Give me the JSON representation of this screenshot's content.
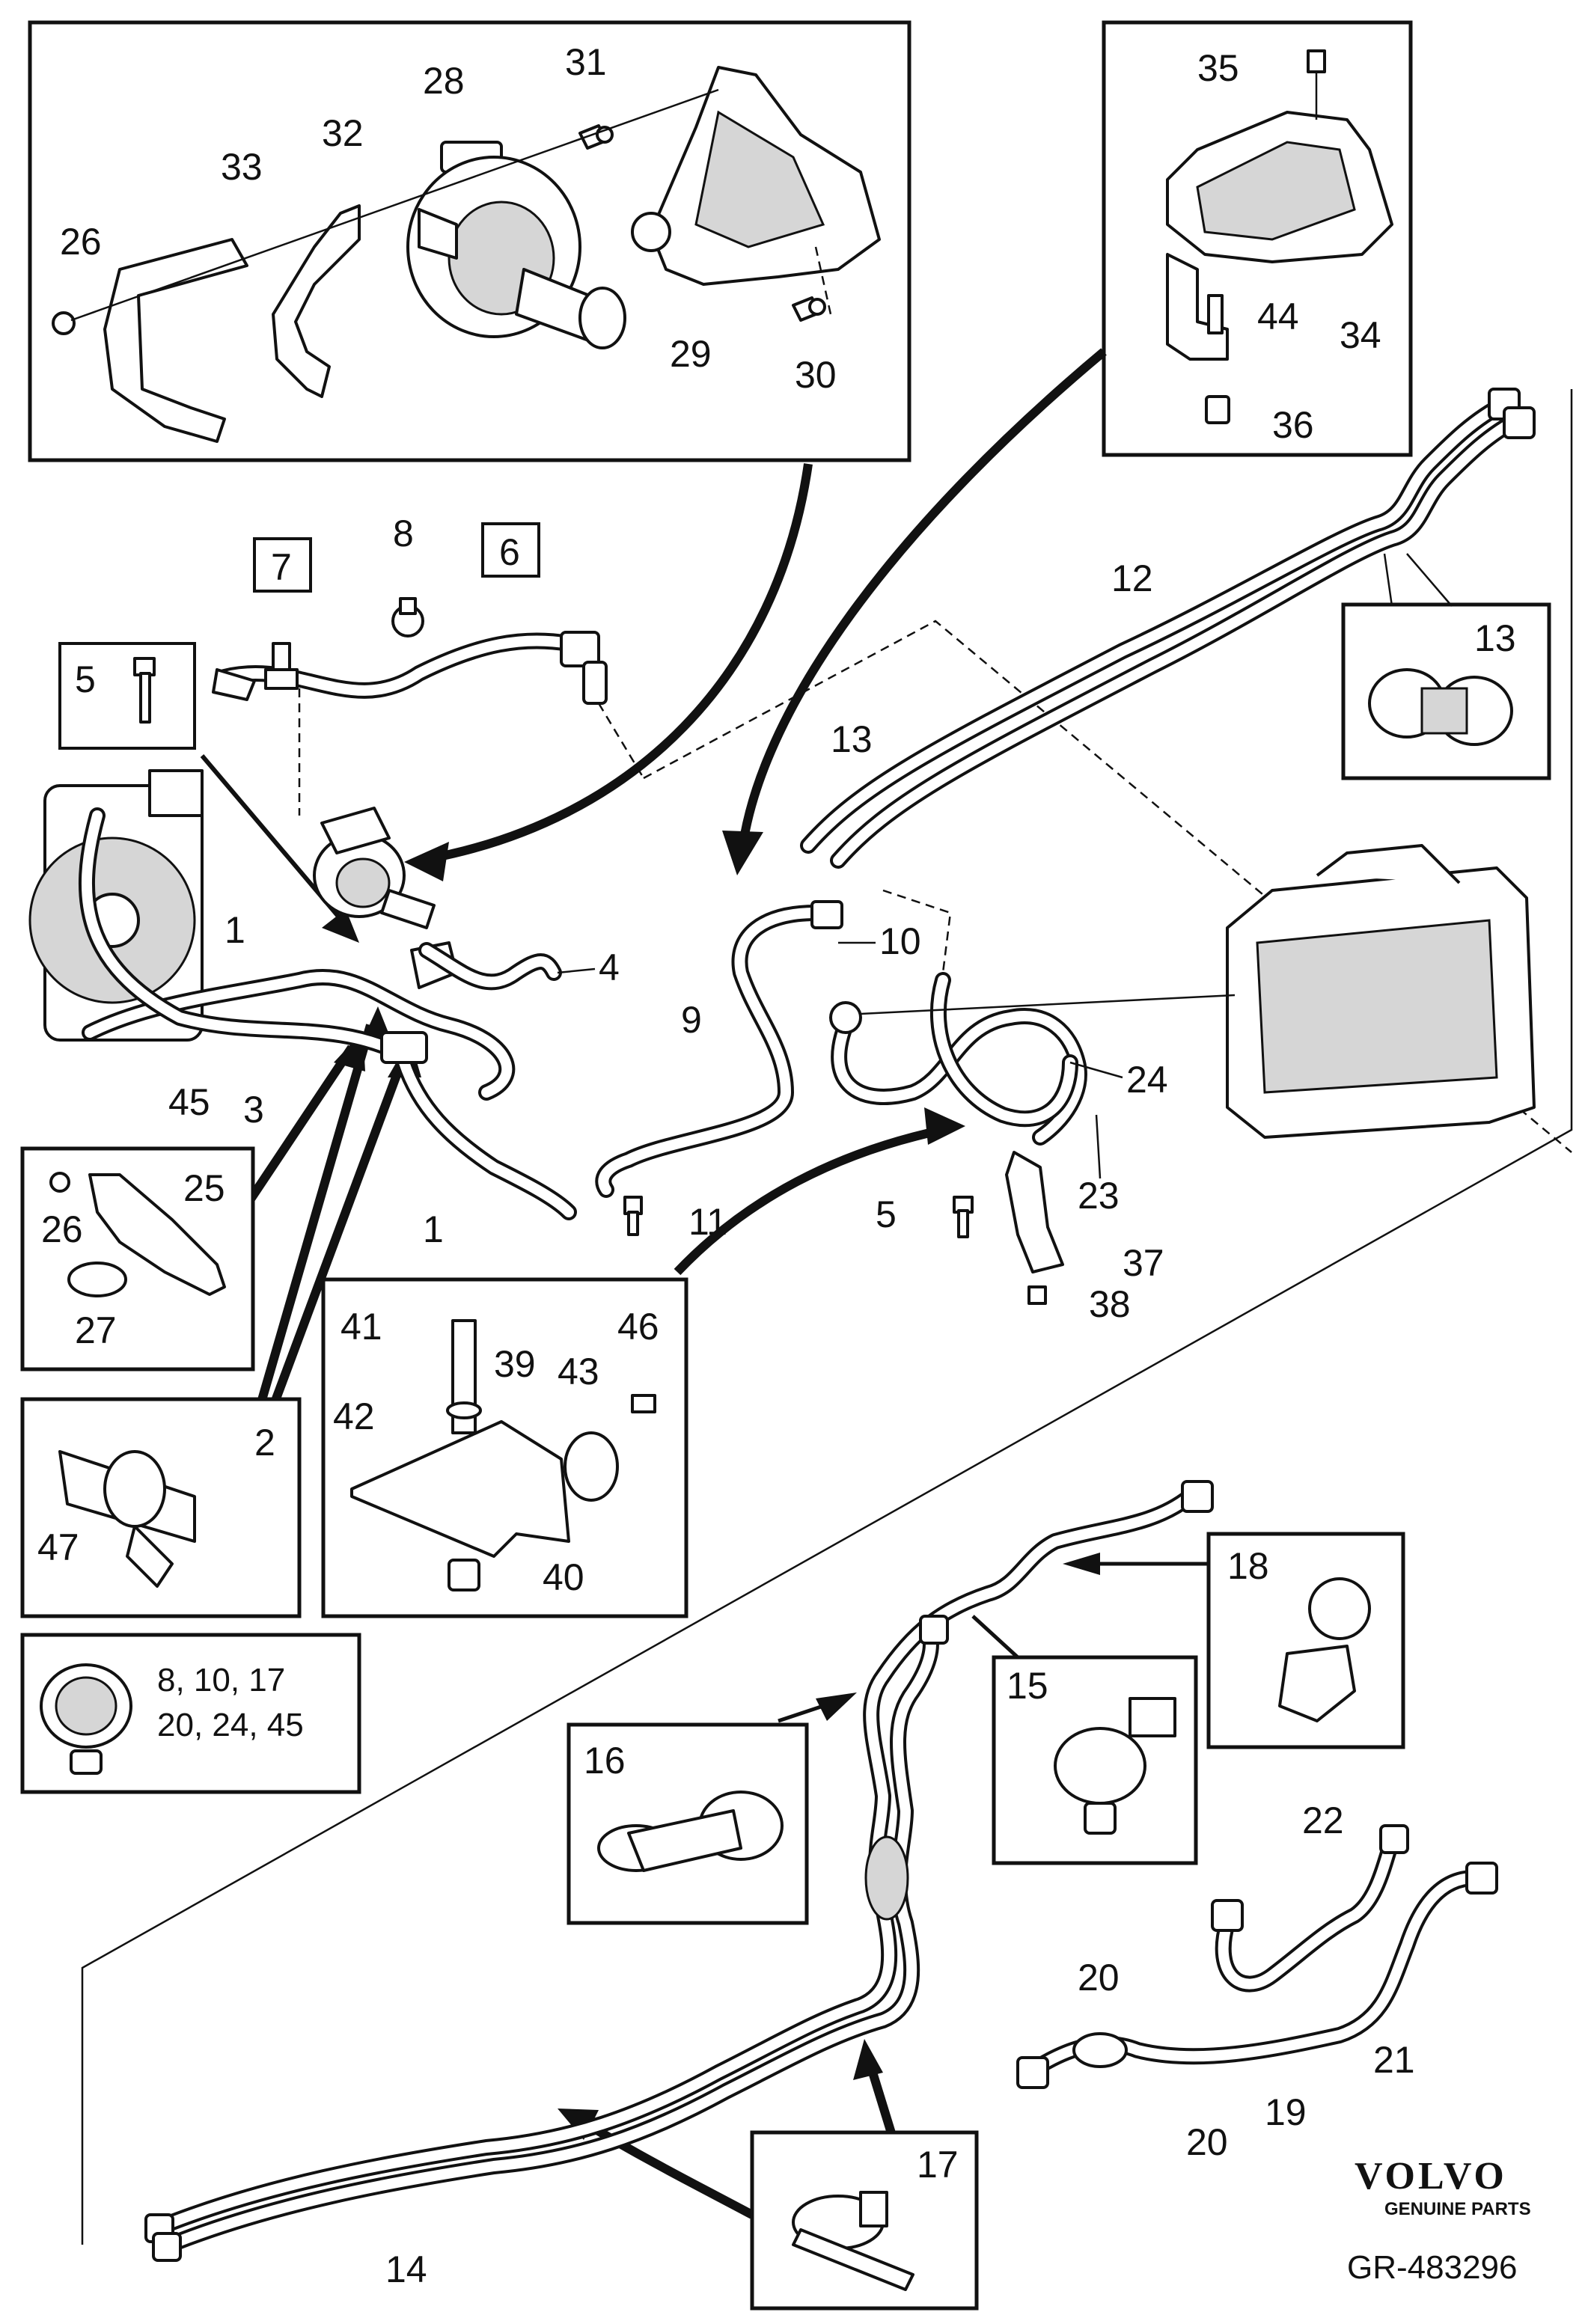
{
  "labels": {
    "l1a": "1",
    "l1b": "1",
    "l2": "2",
    "l3": "3",
    "l4": "4",
    "l5a": "5",
    "l5b": "5",
    "l6": "6",
    "l7": "7",
    "l8": "8",
    "l9": "9",
    "l10": "10",
    "l11": "11",
    "l12": "12",
    "l13a": "13",
    "l13b": "13",
    "l14": "14",
    "l15": "15",
    "l16": "16",
    "l17": "17",
    "l18": "18",
    "l19": "19",
    "l20a": "20",
    "l20b": "20",
    "l21": "21",
    "l22": "22",
    "l23": "23",
    "l24": "24",
    "l25": "25",
    "l26a": "26",
    "l26b": "26",
    "l27": "27",
    "l28": "28",
    "l29": "29",
    "l30": "30",
    "l31": "31",
    "l32": "32",
    "l33": "33",
    "l34": "34",
    "l35": "35",
    "l36": "36",
    "l37": "37",
    "l38": "38",
    "l39": "39",
    "l40": "40",
    "l41": "41",
    "l42": "42",
    "l43": "43",
    "l44": "44",
    "l45": "45",
    "l46": "46",
    "l47": "47"
  },
  "legend_clamp": {
    "line1": "8, 10, 17",
    "line2": "20, 24, 45"
  },
  "brand": {
    "logo_text": "VOLVO",
    "tagline": "GENUINE PARTS"
  },
  "reference": "GR-483296"
}
